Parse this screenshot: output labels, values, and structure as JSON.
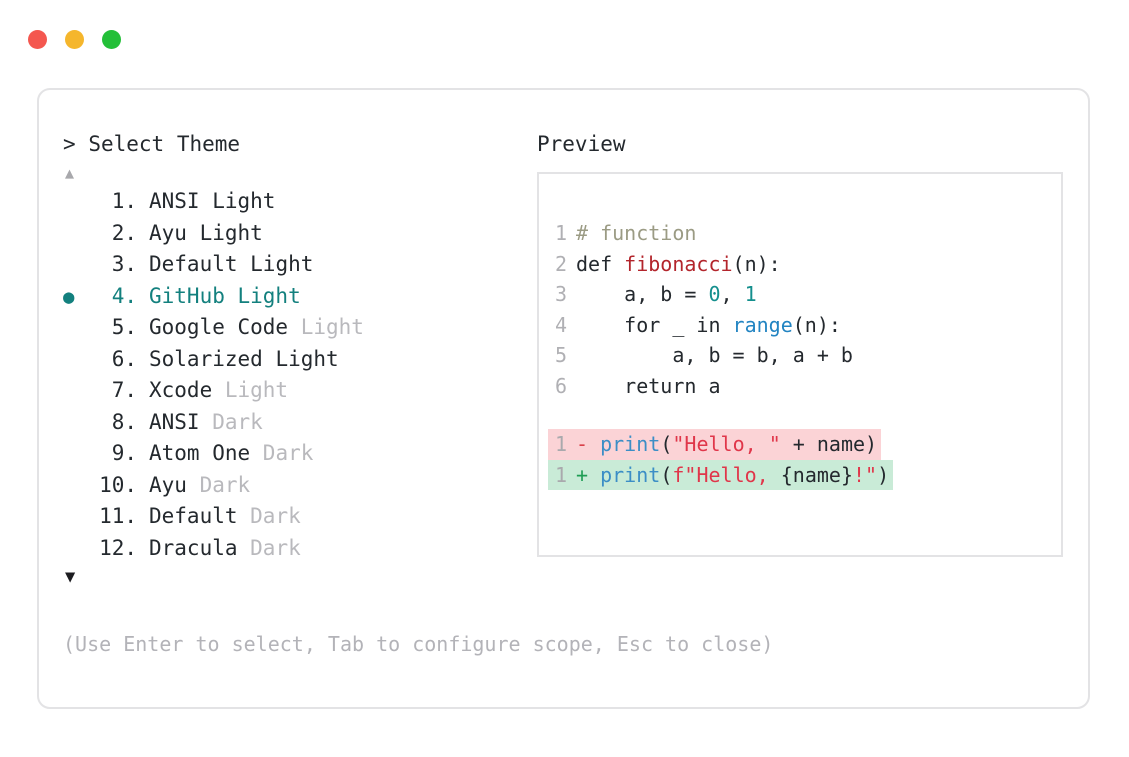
{
  "window": {
    "buttons": [
      {
        "name": "close",
        "color": "#f4574f"
      },
      {
        "name": "minimize",
        "color": "#f5b62c"
      },
      {
        "name": "maximize",
        "color": "#23bf38"
      }
    ]
  },
  "left": {
    "prompt_caret": ">",
    "prompt_label": "Select Theme",
    "scroll_up_icon": "▲",
    "scroll_down_icon": "▼",
    "selected_index": 4,
    "selected_bullet": "●",
    "accent_color": "#13807e",
    "items": [
      {
        "num": "1.",
        "name": "ANSI",
        "variant": "Light",
        "variant_dim": false,
        "selected": false
      },
      {
        "num": "2.",
        "name": "Ayu",
        "variant": "Light",
        "variant_dim": false,
        "selected": false
      },
      {
        "num": "3.",
        "name": "Default",
        "variant": "Light",
        "variant_dim": false,
        "selected": false
      },
      {
        "num": "4.",
        "name": "GitHub",
        "variant": "Light",
        "variant_dim": false,
        "selected": true
      },
      {
        "num": "5.",
        "name": "Google Code",
        "variant": "Light",
        "variant_dim": true,
        "selected": false
      },
      {
        "num": "6.",
        "name": "Solarized",
        "variant": "Light",
        "variant_dim": false,
        "selected": false
      },
      {
        "num": "7.",
        "name": "Xcode",
        "variant": "Light",
        "variant_dim": true,
        "selected": false
      },
      {
        "num": "8.",
        "name": "ANSI",
        "variant": "Dark",
        "variant_dim": true,
        "selected": false
      },
      {
        "num": "9.",
        "name": "Atom One",
        "variant": "Dark",
        "variant_dim": true,
        "selected": false
      },
      {
        "num": "10.",
        "name": "Ayu",
        "variant": "Dark",
        "variant_dim": true,
        "selected": false
      },
      {
        "num": "11.",
        "name": "Default",
        "variant": "Dark",
        "variant_dim": true,
        "selected": false
      },
      {
        "num": "12.",
        "name": "Dracula",
        "variant": "Dark",
        "variant_dim": true,
        "selected": false
      }
    ],
    "hint": "(Use Enter to select, Tab to configure scope, Esc to close)"
  },
  "preview": {
    "label": "Preview",
    "code_lines": [
      {
        "ln": "1",
        "tokens": [
          {
            "t": "# function",
            "c": "tok-comment"
          }
        ]
      },
      {
        "ln": "2",
        "tokens": [
          {
            "t": "def ",
            "c": "tok-kw"
          },
          {
            "t": "fibonacci",
            "c": "tok-func"
          },
          {
            "t": "(n):",
            "c": "tok-punct"
          }
        ]
      },
      {
        "ln": "3",
        "tokens": [
          {
            "t": "    a, b = ",
            "c": "tok-plain"
          },
          {
            "t": "0",
            "c": "tok-num"
          },
          {
            "t": ", ",
            "c": "tok-plain"
          },
          {
            "t": "1",
            "c": "tok-num"
          }
        ]
      },
      {
        "ln": "4",
        "tokens": [
          {
            "t": "    for _ in ",
            "c": "tok-plain"
          },
          {
            "t": "range",
            "c": "tok-builtin"
          },
          {
            "t": "(n):",
            "c": "tok-punct"
          }
        ]
      },
      {
        "ln": "5",
        "tokens": [
          {
            "t": "        a, b = b, a + b",
            "c": "tok-plain"
          }
        ]
      },
      {
        "ln": "6",
        "tokens": [
          {
            "t": "    return a",
            "c": "tok-plain"
          }
        ]
      }
    ],
    "diff_lines": [
      {
        "ln": "1",
        "kind": "minus",
        "marker": "-",
        "tokens": [
          {
            "t": "print",
            "c": "tok-call"
          },
          {
            "t": "(",
            "c": "tok-punct"
          },
          {
            "t": "\"Hello, \"",
            "c": "tok-str"
          },
          {
            "t": " + name)",
            "c": "tok-plain"
          }
        ]
      },
      {
        "ln": "1",
        "kind": "plus",
        "marker": "+",
        "tokens": [
          {
            "t": "print",
            "c": "tok-call"
          },
          {
            "t": "(",
            "c": "tok-punct"
          },
          {
            "t": "f\"Hello, ",
            "c": "tok-str"
          },
          {
            "t": "{name}",
            "c": "tok-plain"
          },
          {
            "t": "!\"",
            "c": "tok-str"
          },
          {
            "t": ")",
            "c": "tok-punct"
          }
        ]
      }
    ]
  }
}
